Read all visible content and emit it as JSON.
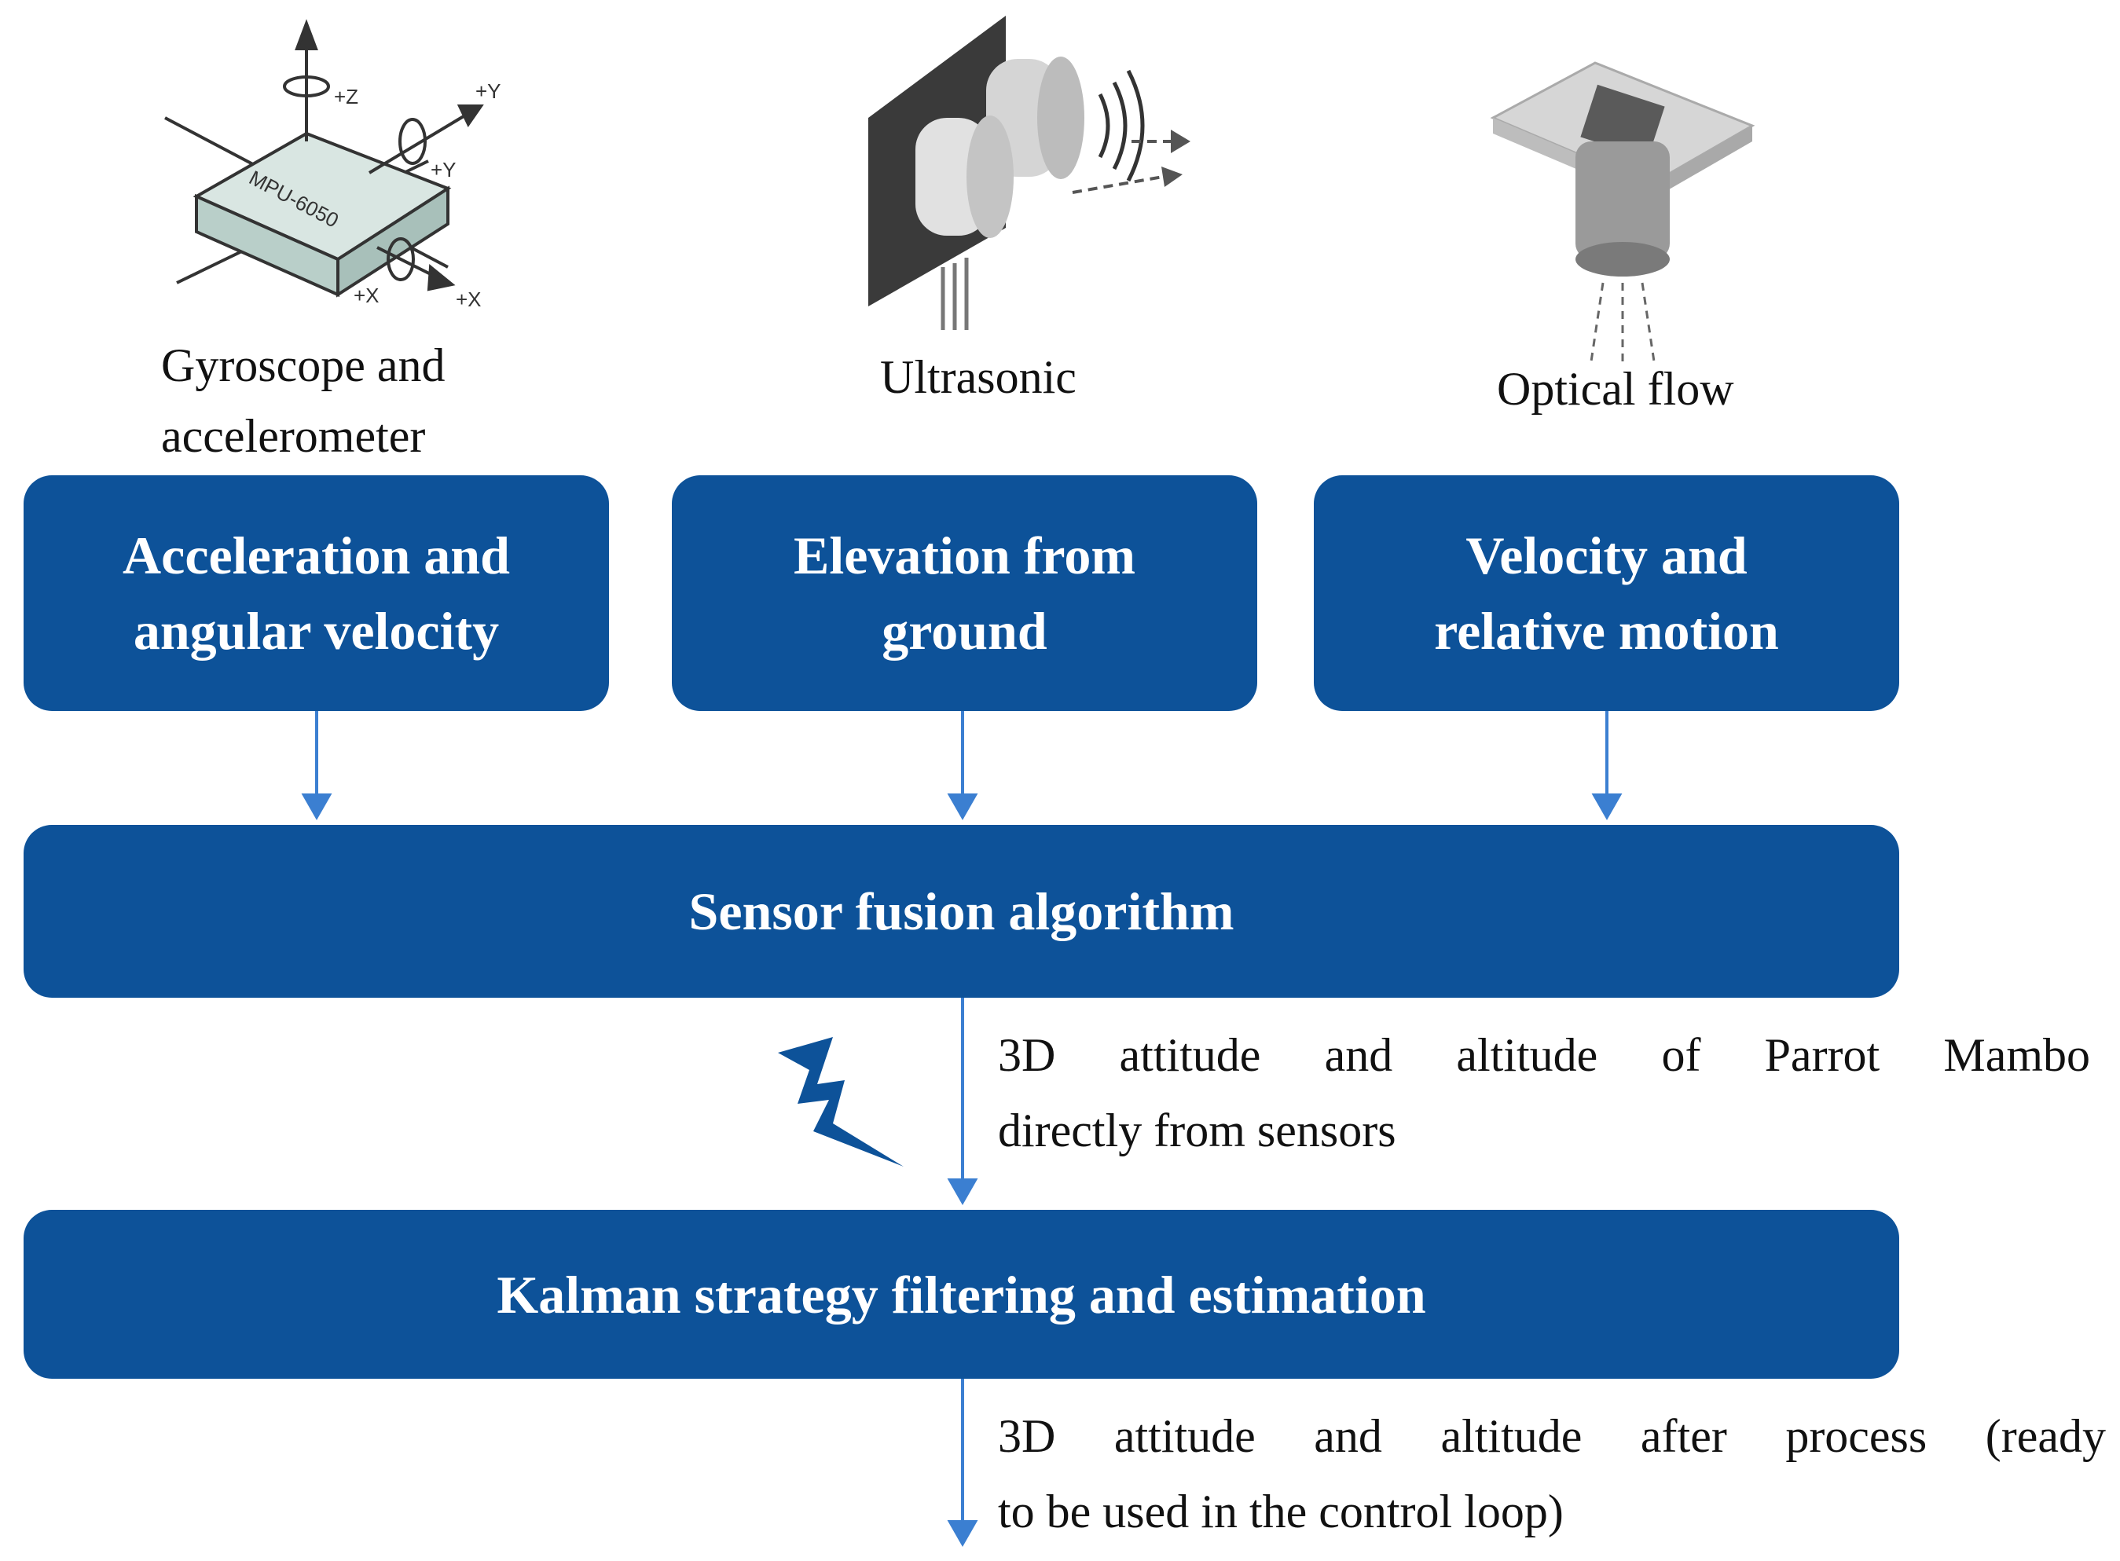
{
  "colors": {
    "box": "#0d5299",
    "arrow": "#3b7fd1",
    "text": "#111111"
  },
  "sensors": [
    {
      "icon": "gyroscope-accelerometer-icon",
      "caption_line1": "Gyroscope and",
      "caption_line2": "accelerometer",
      "axes": [
        "+Z",
        "+Y",
        "+Y",
        "+X",
        "+X"
      ],
      "chip_label": "MPU-6050"
    },
    {
      "icon": "ultrasonic-sensor-icon",
      "caption": "Ultrasonic"
    },
    {
      "icon": "optical-flow-sensor-icon",
      "caption": "Optical flow"
    }
  ],
  "measurements": [
    {
      "line1": "Acceleration and",
      "line2": "angular velocity"
    },
    {
      "line1": "Elevation from",
      "line2": "ground"
    },
    {
      "line1": "Velocity and",
      "line2": "relative motion"
    }
  ],
  "fusion": {
    "label": "Sensor fusion algorithm"
  },
  "fusion_output": {
    "line1": "3D attitude and altitude of Parrot Mambo",
    "line2": "directly from sensors"
  },
  "kalman": {
    "label": "Kalman strategy filtering and estimation"
  },
  "kalman_output": {
    "line1": "3D attitude and altitude after process (ready",
    "line2": "to be used in the control loop)"
  },
  "icons": {
    "wireless": "lightning-bolt-icon"
  }
}
